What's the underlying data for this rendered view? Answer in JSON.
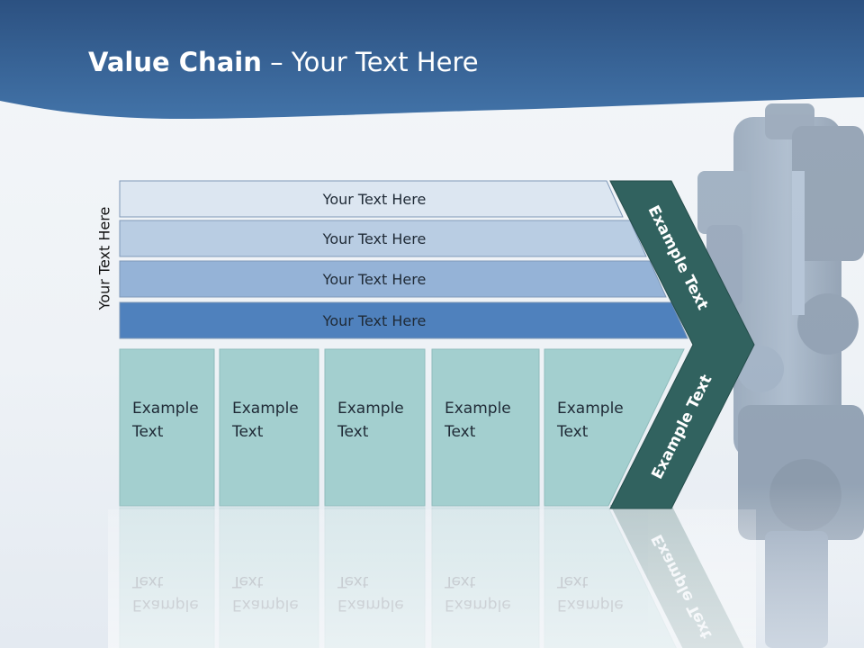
{
  "slide": {
    "title_bold": "Value Chain",
    "title_rest": " – Your Text Here",
    "side_label": "Your Text Here"
  },
  "bars": [
    {
      "label": "Your Text Here",
      "color": "#dce6f1"
    },
    {
      "label": "Your Text Here",
      "color": "#b9cde3"
    },
    {
      "label": "Your Text Here",
      "color": "#95b3d7"
    },
    {
      "label": "Your Text Here",
      "color": "#4f81bd"
    }
  ],
  "columns": [
    {
      "line1": "Example",
      "line2": "Text"
    },
    {
      "line1": "Example",
      "line2": "Text"
    },
    {
      "line1": "Example",
      "line2": "Text"
    },
    {
      "line1": "Example",
      "line2": "Text"
    },
    {
      "line1": "Example",
      "line2": "Text"
    }
  ],
  "chevron": {
    "upper_label": "Example Text",
    "lower_label": "Example Text"
  },
  "colors": {
    "header_top": "#2c5181",
    "header_bottom": "#4273a8",
    "column_fill": "#a3cfcf",
    "chevron_fill": "#31625f"
  }
}
